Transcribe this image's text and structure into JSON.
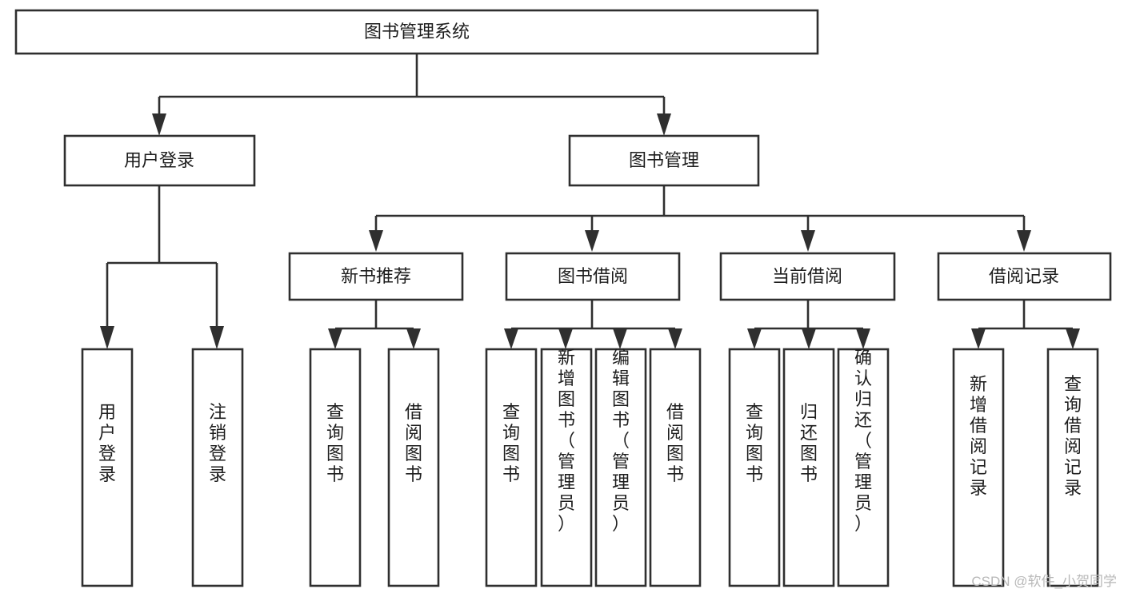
{
  "diagram": {
    "title": "图书管理系统",
    "type": "tree-hierarchy",
    "root": {
      "id": "root",
      "label": "图书管理系统"
    },
    "level2": [
      {
        "id": "user-login",
        "label": "用户登录"
      },
      {
        "id": "book-manage",
        "label": "图书管理"
      }
    ],
    "level3": [
      {
        "id": "new-book-rec",
        "label": "新书推荐",
        "parent": "book-manage"
      },
      {
        "id": "book-borrow",
        "label": "图书借阅",
        "parent": "book-manage"
      },
      {
        "id": "current-borrow",
        "label": "当前借阅",
        "parent": "book-manage"
      },
      {
        "id": "borrow-record",
        "label": "借阅记录",
        "parent": "book-manage"
      }
    ],
    "leaves": [
      {
        "id": "leaf-user-login",
        "label": "用户登录",
        "parent": "user-login"
      },
      {
        "id": "leaf-logout-login",
        "label": "注销登录",
        "parent": "user-login"
      },
      {
        "id": "leaf-query-book-1",
        "label": "查询图书",
        "parent": "new-book-rec"
      },
      {
        "id": "leaf-borrow-book-1",
        "label": "借阅图书",
        "parent": "new-book-rec"
      },
      {
        "id": "leaf-query-book-2",
        "label": "查询图书",
        "parent": "book-borrow"
      },
      {
        "id": "leaf-add-book",
        "label": "新增图书（管理员）",
        "parent": "book-borrow"
      },
      {
        "id": "leaf-edit-book",
        "label": "编辑图书（管理员）",
        "parent": "book-borrow"
      },
      {
        "id": "leaf-borrow-book-2",
        "label": "借阅图书",
        "parent": "book-borrow"
      },
      {
        "id": "leaf-query-book-3",
        "label": "查询图书",
        "parent": "current-borrow"
      },
      {
        "id": "leaf-return-book",
        "label": "归还图书",
        "parent": "current-borrow"
      },
      {
        "id": "leaf-confirm-return",
        "label": "确认归还（管理员）",
        "parent": "current-borrow"
      },
      {
        "id": "leaf-add-record",
        "label": "新增借阅记录",
        "parent": "borrow-record"
      },
      {
        "id": "leaf-query-record",
        "label": "查询借阅记录",
        "parent": "borrow-record"
      }
    ]
  },
  "watermark": {
    "text": "CSDN @软件_小贺同学"
  },
  "colors": {
    "stroke": "#2f2f2f",
    "fill": "#ffffff",
    "text": "#1d1d1d",
    "watermark": "#b8b8b8"
  }
}
